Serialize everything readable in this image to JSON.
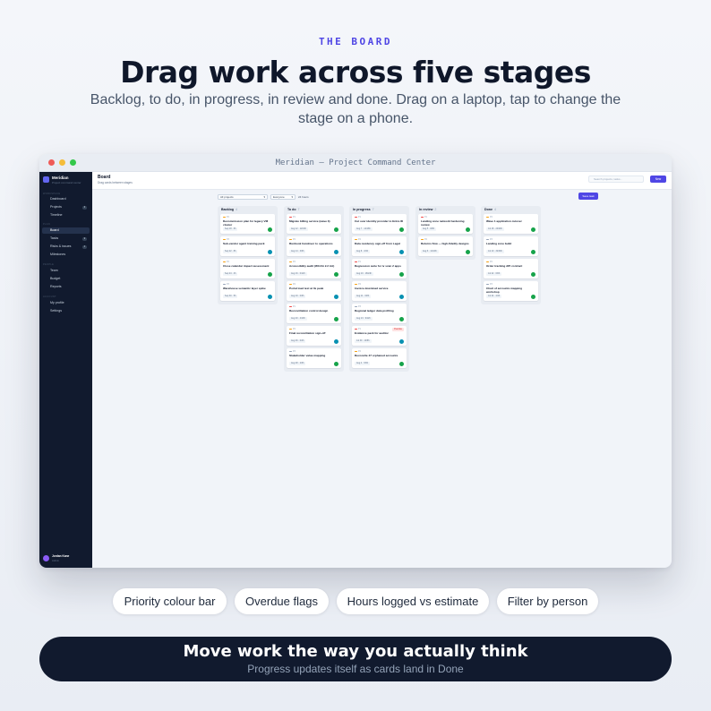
{
  "hero": {
    "eyebrow": "THE BOARD",
    "headline": "Drag work across five stages",
    "subhead": "Backlog, to do, in progress, in review and done. Drag on a laptop, tap to change the stage on a phone."
  },
  "window": {
    "title": "Meridian — Project Command Center",
    "colors": {
      "close": "#ef5b57",
      "minimize": "#f5bd3a",
      "maximize": "#34c84a"
    }
  },
  "sidebar": {
    "brand": "Meridian",
    "brand_sub": "Project command center",
    "sections": [
      "WORKSPACE",
      "PLAN",
      "PEOPLE",
      "ACCOUNT"
    ],
    "items": [
      {
        "label": "Dashboard",
        "badge": ""
      },
      {
        "label": "Projects",
        "badge": "6"
      },
      {
        "label": "Timeline",
        "badge": ""
      },
      {
        "label": "Board",
        "badge": "",
        "active": true
      },
      {
        "label": "Tasks",
        "badge": "9"
      },
      {
        "label": "Risks & issues",
        "badge": "4"
      },
      {
        "label": "Milestones",
        "badge": ""
      },
      {
        "label": "Team",
        "badge": ""
      },
      {
        "label": "Budget",
        "badge": ""
      },
      {
        "label": "Reports",
        "badge": ""
      },
      {
        "label": "My profile",
        "badge": ""
      },
      {
        "label": "Settings",
        "badge": ""
      }
    ],
    "user": {
      "name": "Jordan Kane",
      "role": "Admin"
    }
  },
  "topbar": {
    "title": "Board",
    "subtitle": "Drag cards between stages",
    "search_placeholder": "Search projects, tasks...",
    "new_label": "New"
  },
  "filters": {
    "project": "All projects",
    "person": "Everyone",
    "hours": "24 hours",
    "add_label": "Save task"
  },
  "columns": [
    {
      "name": "Backlog",
      "count": "4",
      "cards": [
        {
          "id": "P2",
          "title": "Decommission plan for legacy VM cluster",
          "meta": "Sep 18 · 6h",
          "priority": "#f59e0b",
          "avatar": "#16a34a"
        },
        {
          "id": "P3",
          "title": "Sub-vendor agent training pack",
          "meta": "Sep 22 · 8h",
          "priority": "#f59e0b",
          "avatar": "#0891b2"
        },
        {
          "id": "P2",
          "title": "Close calendar impact assessment",
          "meta": "Sep 24 · 4h",
          "priority": "#f59e0b",
          "avatar": "#16a34a"
        },
        {
          "id": "P3",
          "title": "Warehouse semantic layer spike",
          "meta": "Sep 30 · 5h",
          "priority": "#94a3b8",
          "avatar": "#0891b2"
        }
      ]
    },
    {
      "name": "To do",
      "count": "7",
      "cards": [
        {
          "id": "P1",
          "title": "Migrate billing service (wave 3)",
          "meta": "Aug 12 · 12/16h",
          "priority": "#ef4444",
          "avatar": "#16a34a"
        },
        {
          "id": "P2",
          "title": "Runbook handover to operations",
          "meta": "Aug 14 · 3/6h",
          "priority": "#f59e0b",
          "avatar": "#0891b2"
        },
        {
          "id": "P2",
          "title": "Accessibility audit (WCAG 2.2 AA)",
          "meta": "Aug 16 · 0/12h",
          "priority": "#f59e0b",
          "avatar": "#16a34a"
        },
        {
          "id": "P2",
          "title": "Portal load test at 3x peak",
          "meta": "Aug 19 · 0/6h",
          "priority": "#f59e0b",
          "avatar": "#0891b2"
        },
        {
          "id": "P1",
          "title": "Reconciliation control design",
          "meta": "Aug 20 · 4/10h",
          "priority": "#ef4444",
          "avatar": "#16a34a"
        },
        {
          "id": "P2",
          "title": "Final reconciliation sign-off",
          "meta": "Aug 26 · 0/4h",
          "priority": "#f59e0b",
          "avatar": "#0891b2"
        },
        {
          "id": "P3",
          "title": "Stakeholder value mapping",
          "meta": "Aug 28 · 2/6h",
          "priority": "#94a3b8",
          "avatar": "#16a34a"
        }
      ]
    },
    {
      "name": "In progress",
      "count": "7",
      "cards": [
        {
          "id": "P1",
          "title": "Cut over identity provider to Entra ID",
          "meta": "Aug 7 · 14/18h",
          "priority": "#ef4444",
          "avatar": "#16a34a",
          "flag": ""
        },
        {
          "id": "P2",
          "title": "Data residency sign-off from Legal",
          "meta": "Aug 8 · 3/4h",
          "priority": "#f59e0b",
          "avatar": "#0891b2",
          "flag": ""
        },
        {
          "id": "P1",
          "title": "Regression suite for iv scan 2 apps",
          "meta": "Aug 10 · 18/24h",
          "priority": "#ef4444",
          "avatar": "#16a34a",
          "flag": ""
        },
        {
          "id": "P2",
          "title": "Invoice download service",
          "meta": "Aug 11 · 6/8h",
          "priority": "#f59e0b",
          "avatar": "#0891b2",
          "flag": ""
        },
        {
          "id": "P3",
          "title": "Regional ledger data profiling",
          "meta": "Aug 13 · 9/12h",
          "priority": "#94a3b8",
          "avatar": "#16a34a",
          "flag": ""
        },
        {
          "id": "P1",
          "title": "Evidence pack for auditor",
          "meta": "Jul 30 · 10/8h",
          "priority": "#ef4444",
          "avatar": "#0891b2",
          "flag": "Overdue"
        },
        {
          "id": "P2",
          "title": "Reconcile 47 orphaned accounts",
          "meta": "Aug 4 · 5/6h",
          "priority": "#f59e0b",
          "avatar": "#16a34a",
          "flag": ""
        }
      ]
    },
    {
      "name": "In review",
      "count": "2",
      "cards": [
        {
          "id": "P1",
          "title": "Landing zone network hardening review",
          "meta": "Aug 5 · 8/8h",
          "priority": "#ef4444",
          "avatar": "#16a34a"
        },
        {
          "id": "P2",
          "title": "Returns flow — high-fidelity designs",
          "meta": "Aug 6 · 12/10h",
          "priority": "#f59e0b",
          "avatar": "#16a34a"
        }
      ]
    },
    {
      "name": "Done",
      "count": "4",
      "cards": [
        {
          "id": "P2",
          "title": "Wave 1 application cutover",
          "meta": "Jul 18 · 20/20h",
          "priority": "#f59e0b",
          "avatar": "#16a34a"
        },
        {
          "id": "P3",
          "title": "Landing zone build",
          "meta": "Jul 10 · 32/30h",
          "priority": "#94a3b8",
          "avatar": "#16a34a"
        },
        {
          "id": "P2",
          "title": "Order tracking API contract",
          "meta": "Jul 22 · 6/6h",
          "priority": "#f59e0b",
          "avatar": "#16a34a"
        },
        {
          "id": "P3",
          "title": "Chart of accounts mapping workshop",
          "meta": "Jul 24 · 4/4h",
          "priority": "#94a3b8",
          "avatar": "#16a34a"
        }
      ]
    }
  ],
  "features": [
    "Priority colour bar",
    "Overdue flags",
    "Hours logged vs estimate",
    "Filter by person"
  ],
  "banner": {
    "title": "Move work the way you actually think",
    "subtitle": "Progress updates itself as cards land in Done"
  },
  "colors": {
    "accent": "#4f46e5",
    "dark": "#111a2e",
    "overdue": "#dc2626"
  }
}
